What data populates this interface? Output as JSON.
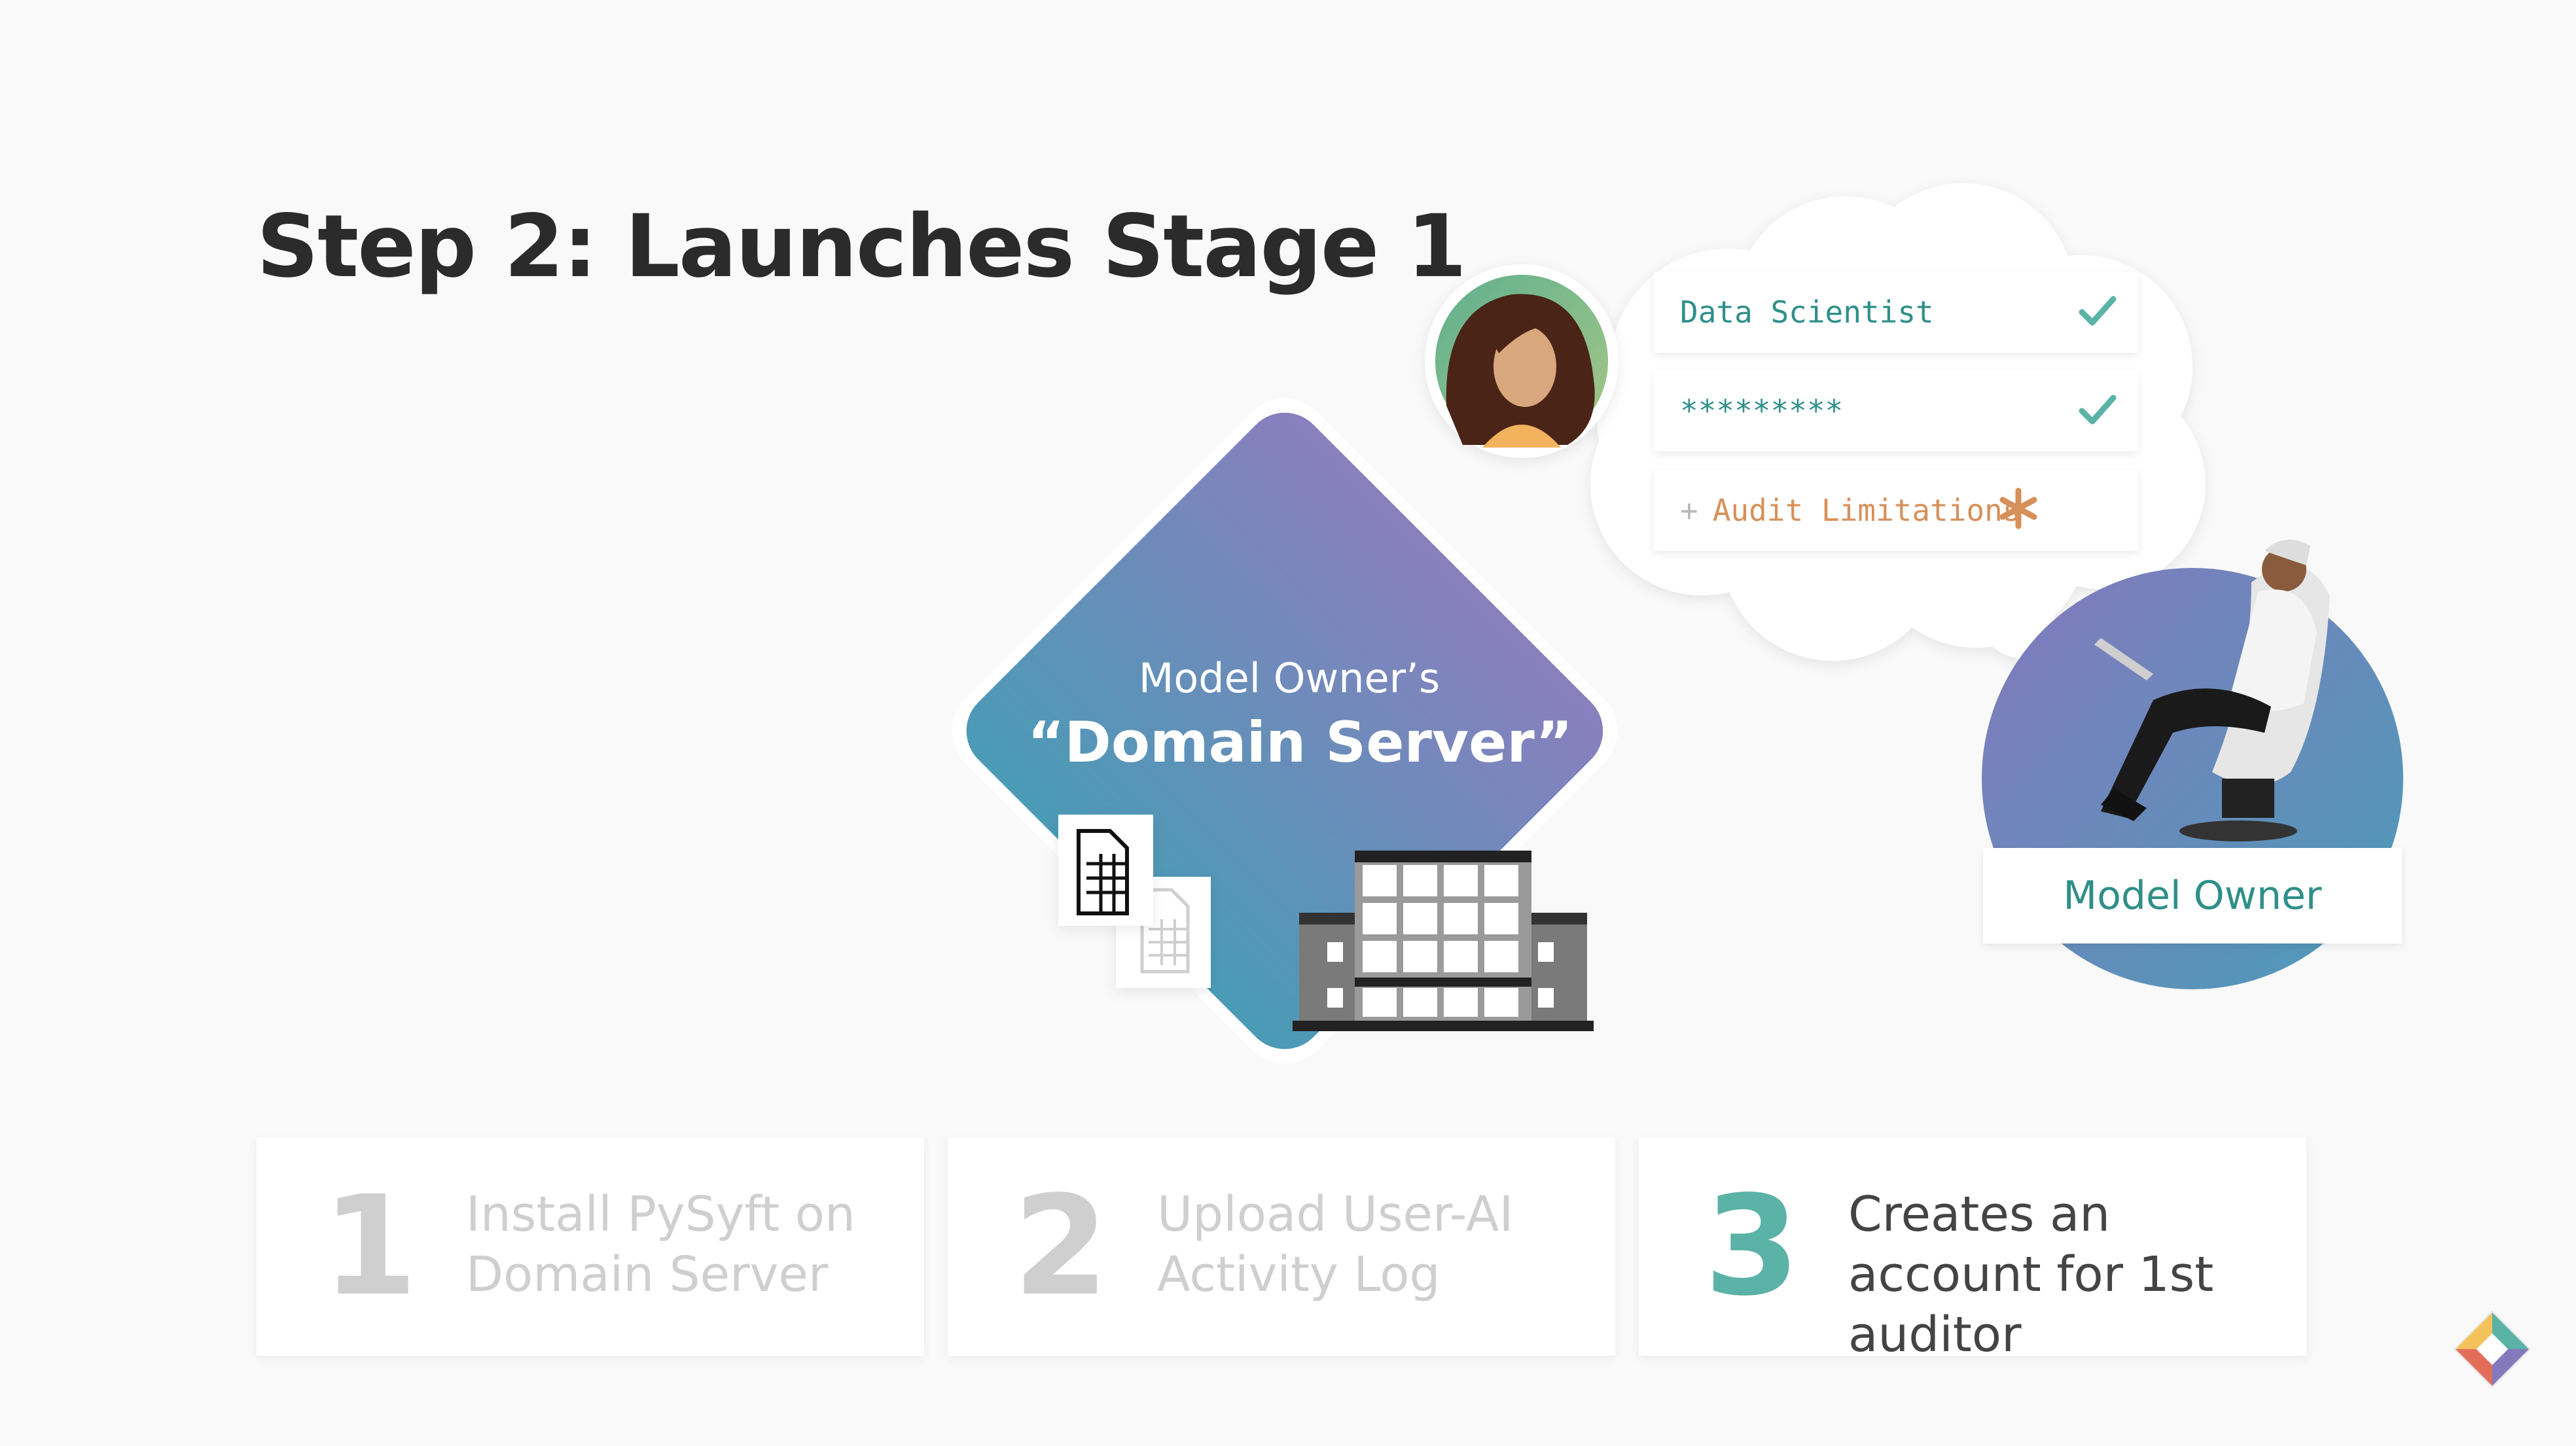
{
  "slide": {
    "title": "Step 2: Launches Stage 1"
  },
  "domain_server": {
    "caption_line1": "Model Owner’s",
    "caption_line2": "“Domain Server”"
  },
  "login_form": {
    "username": "Data Scientist",
    "password": "*********",
    "audit_plus": "+",
    "audit_label": "Audit Limitations"
  },
  "model_owner": {
    "label": "Model Owner"
  },
  "steps": [
    {
      "number": "1",
      "text": "Install PySyft on Domain Server",
      "active": false
    },
    {
      "number": "2",
      "text": "Upload User-AI Activity Log",
      "active": false
    },
    {
      "number": "3",
      "text": "Creates an account for 1st auditor",
      "active": true
    }
  ],
  "colors": {
    "teal": "#2f8f88",
    "step_active": "#5ab3a6",
    "audit_orange": "#d7905a",
    "diamond_top": "#8a7fbe",
    "diamond_bottom": "#4a9bb6"
  }
}
